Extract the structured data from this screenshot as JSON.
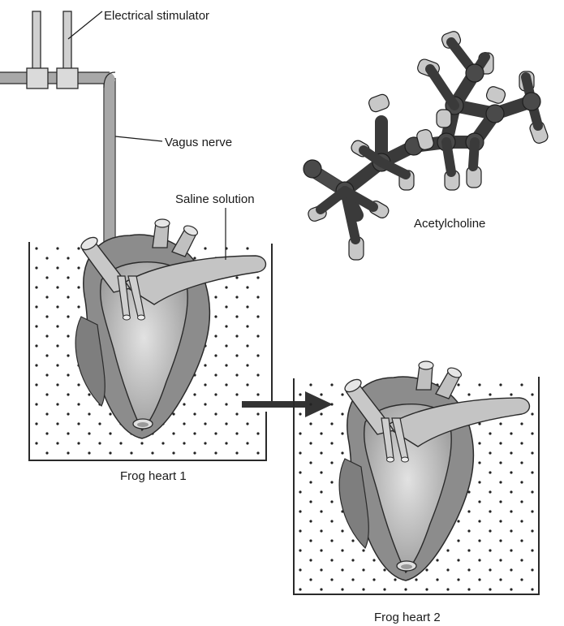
{
  "labels": {
    "stimulator": "Electrical stimulator",
    "nerve": "Vagus nerve",
    "saline": "Saline solution",
    "molecule": "Acetylcholine",
    "heart1": "Frog heart 1",
    "heart2": "Frog heart 2"
  },
  "colors": {
    "heart_dark": "#8a8a8a",
    "heart_mid": "#b2b2b2",
    "heart_light": "#d4d4d4",
    "nerve": "#a8a8a8",
    "atom_dark": "#4a4a4a",
    "atom_light": "#c8c8c8",
    "outline": "#2a2a2a"
  }
}
